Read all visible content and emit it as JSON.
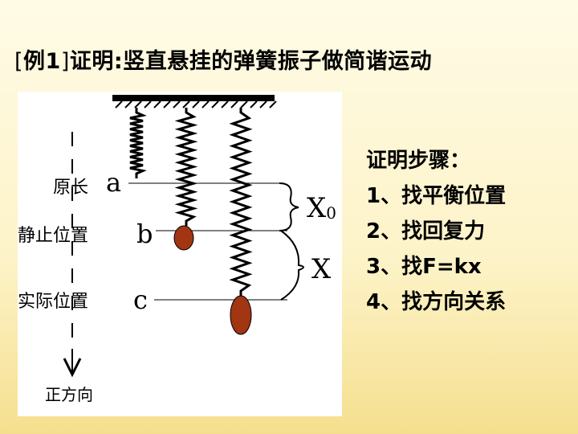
{
  "title": {
    "bracket_open": "[",
    "label": "例1",
    "bracket_close": "]",
    "text": "证明:竖直悬挂的弹簧振子做简谐运动"
  },
  "diagram": {
    "positions": [
      {
        "label": "原长",
        "letter": "a"
      },
      {
        "label": "静止位置",
        "letter": "b"
      },
      {
        "label": "实际位置",
        "letter": "c"
      }
    ],
    "dimensions": {
      "x0_main": "X",
      "x0_sub": "0",
      "x": "X"
    },
    "direction_label": "正方向",
    "colors": {
      "mass": "#a23512",
      "line": "#000000"
    }
  },
  "steps": {
    "heading": "证明步骤：",
    "items": [
      "1、找平衡位置",
      "2、找回复力",
      "3、找F=kx",
      "4、找方向关系"
    ]
  }
}
